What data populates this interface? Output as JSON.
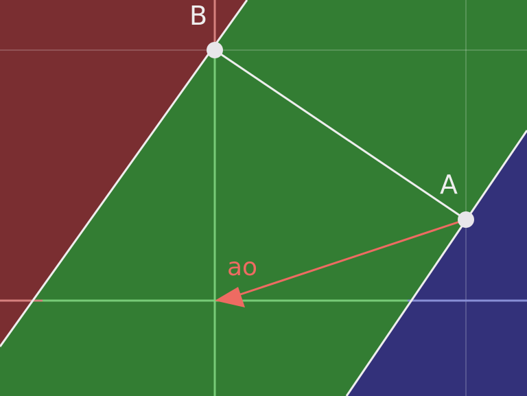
{
  "points": {
    "A": {
      "label": "A"
    },
    "B": {
      "label": "B"
    }
  },
  "vector": {
    "label": "ao"
  },
  "colors": {
    "left_region": "#7a2e31",
    "middle_region": "#337d33",
    "right_region": "#33317a",
    "boundary_line": "#eeeeee",
    "segment": "#eeeeee",
    "vector": "#ee6b62",
    "point_fill": "#e8e6ea"
  }
}
